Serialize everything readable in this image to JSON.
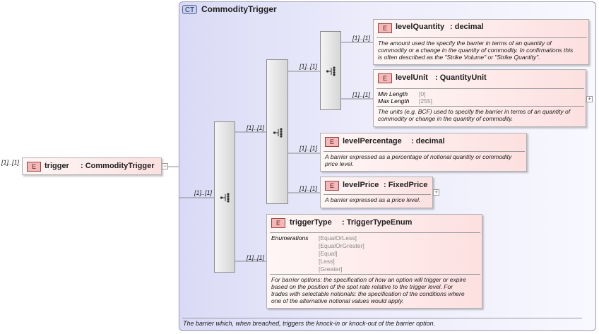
{
  "complex_type": {
    "badge": "CT",
    "name": "CommodityTrigger",
    "doc": "The barrier which, when breached, triggers the knock-in or knock-out of the barrier option."
  },
  "root": {
    "cardinality": "[1]..[1]",
    "badge": "E",
    "name": "trigger",
    "type": ": CommodityTrigger",
    "expander": "−"
  },
  "cardinalities": {
    "outer_sequence": "[1]..[1]",
    "inner_sequence": "[1]..[1]",
    "innermost_sequence": "[1]..[1]",
    "level_quantity": "[1]..[1]",
    "level_unit": "[1]..[1]",
    "level_percentage": "[1]..[1]",
    "level_price": "[1]..[1]",
    "trigger_type": "[1]..[1]"
  },
  "elements": {
    "level_quantity": {
      "badge": "E",
      "name": "levelQuantity",
      "type": ": decimal",
      "doc": [
        "The amount used the specify the barrier in terms of an quantity of",
        "commodity or a change in the quantity of commodity. In confirmations this",
        "is often described as the \"Strike Volume\" or \"Strike Quantity\"."
      ]
    },
    "level_unit": {
      "badge": "E",
      "name": "levelUnit",
      "type": ": QuantityUnit",
      "props": [
        {
          "key": "Min Length",
          "value": "[0]"
        },
        {
          "key": "Max Length",
          "value": "[255]"
        }
      ],
      "doc": [
        "The units (e.g. BCF) used to specify the barrier in terms of an quantity of",
        "commodity or change in the quantity of commodity."
      ],
      "expander": "+"
    },
    "level_percentage": {
      "badge": "E",
      "name": "levelPercentage",
      "type": ": decimal",
      "doc": [
        "A barrier expressed as a percentage of notional quantity or commodity",
        "price level."
      ]
    },
    "level_price": {
      "badge": "E",
      "name": "levelPrice",
      "type": ": FixedPrice",
      "doc": [
        "A barrier expressed as a price level."
      ],
      "expander": "+"
    },
    "trigger_type": {
      "badge": "E",
      "name": "triggerType",
      "type": ": TriggerTypeEnum",
      "enum_label": "Enumerations",
      "enumerations": [
        "[EqualOrLess]",
        "[EqualOrGreater]",
        "[Equal]",
        "[Less]",
        "[Greater]"
      ],
      "doc": [
        "For barrier options: the specification of how an option will trigger or expire",
        "based on the position of the spot rate relative to the trigger level. For",
        "trades with selectable notionals: the specification of the conditions where",
        "one of the alternative notional values would apply."
      ]
    }
  },
  "colors": {
    "element_fill": "#fde0e0",
    "element_badge": "#f3b8b8",
    "complex_type_fill": "#e4e4f8",
    "connector": "#8c8c8c"
  }
}
